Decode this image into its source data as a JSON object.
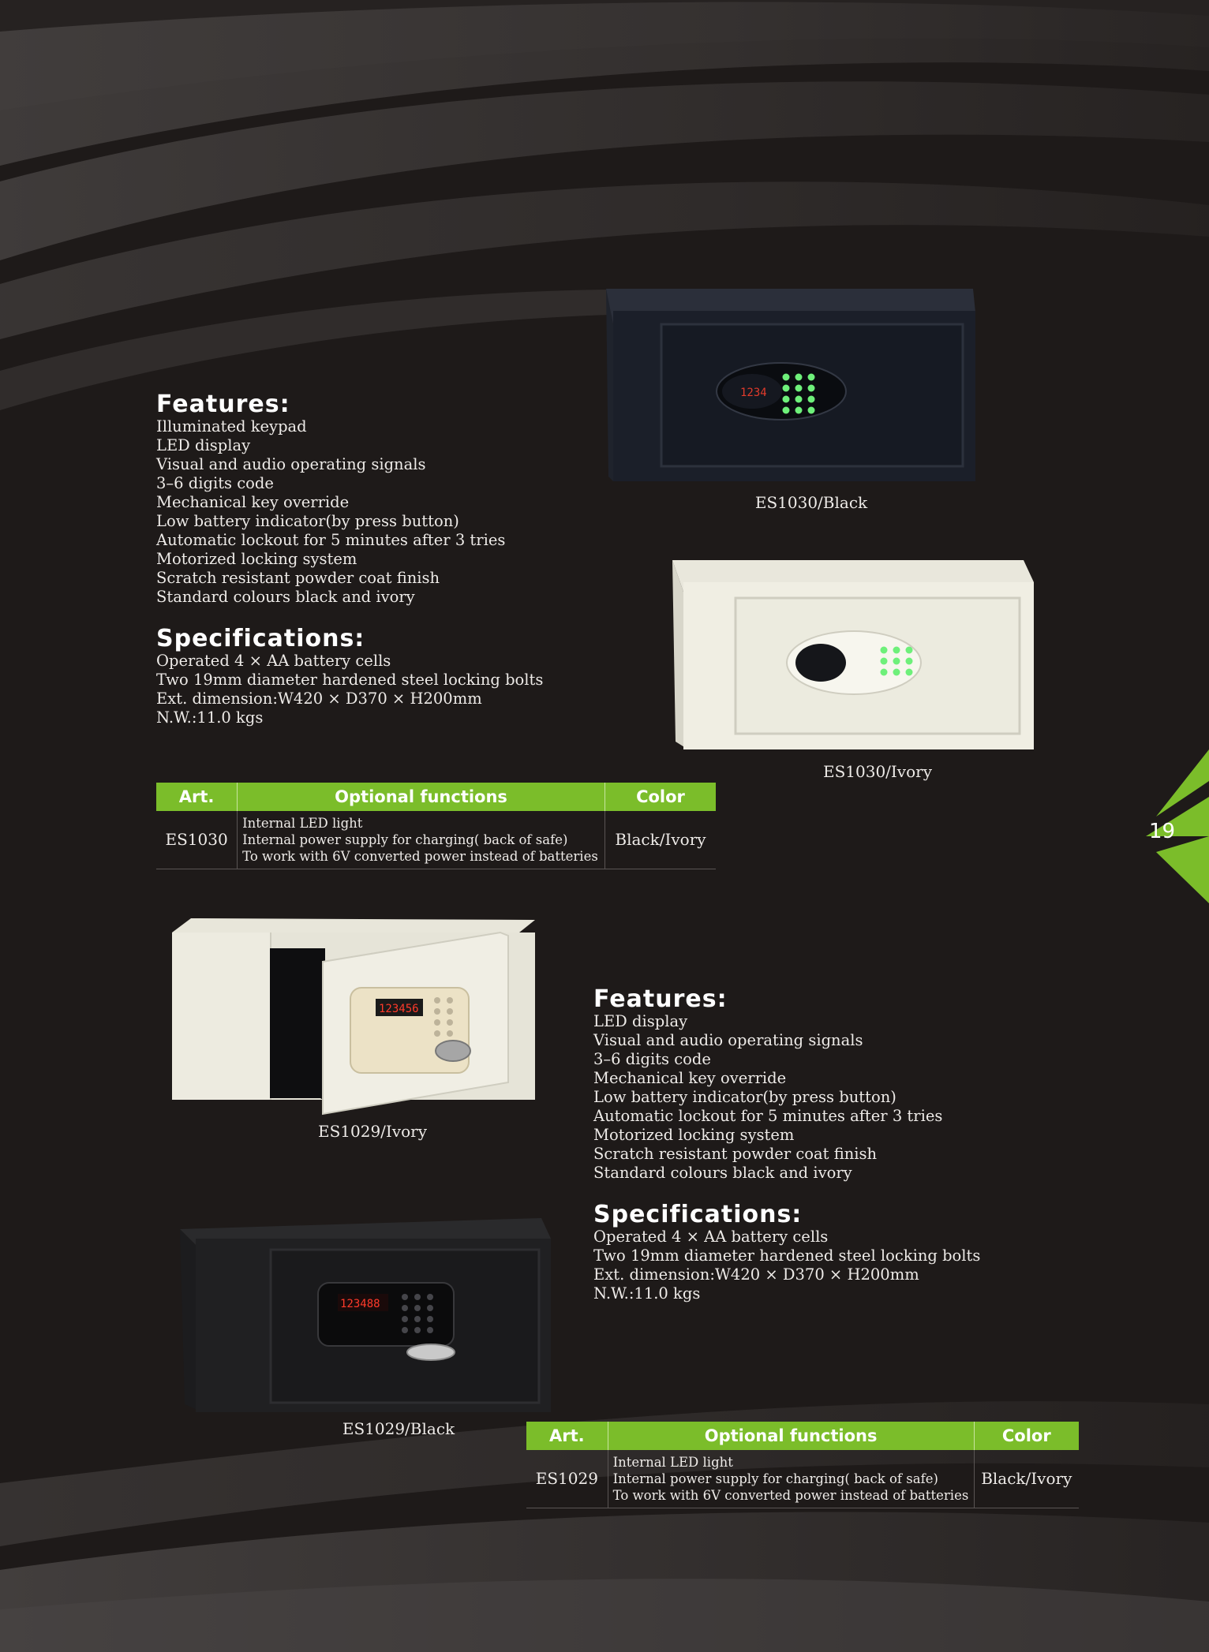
{
  "page_number": "19",
  "colors": {
    "background": "#1e1a19",
    "accent_green": "#7bbd2a",
    "text": "#eeebe8"
  },
  "section1": {
    "features_title": "Features:",
    "features": [
      "Illuminated keypad",
      "LED display",
      "Visual and audio operating signals",
      "3–6 digits code",
      "Mechanical key override",
      "Low battery indicator(by press button)",
      "Automatic lockout for 5 minutes after 3 tries",
      "Motorized locking system",
      "Scratch resistant powder coat finish",
      "Standard colours black and ivory"
    ],
    "specs_title": "Specifications:",
    "specs": [
      "Operated 4 × AA battery cells",
      "Two 19mm diameter hardened steel locking bolts",
      "Ext. dimension:W420 × D370 × H200mm",
      "N.W.:11.0 kgs"
    ],
    "captions": [
      "ES1030/Black",
      "ES1030/Ivory"
    ],
    "table": {
      "headers": [
        "Art.",
        "Optional functions",
        "Color"
      ],
      "art": "ES1030",
      "functions": [
        "Internal LED light",
        "Internal power supply for charging( back of safe)",
        "To work with 6V converted power instead of batteries"
      ],
      "color": "Black/Ivory"
    }
  },
  "section2": {
    "features_title": "Features:",
    "features": [
      "LED display",
      "Visual and audio operating signals",
      "3–6 digits code",
      "Mechanical key override",
      "Low battery indicator(by press button)",
      "Automatic lockout for 5 minutes after 3 tries",
      "Motorized locking system",
      "Scratch resistant powder coat finish",
      "Standard colours black and ivory"
    ],
    "specs_title": "Specifications:",
    "specs": [
      "Operated 4 × AA battery cells",
      "Two 19mm diameter hardened steel locking bolts",
      "Ext. dimension:W420 × D370 × H200mm",
      "N.W.:11.0 kgs"
    ],
    "captions": [
      "ES1029/Ivory",
      "ES1029/Black"
    ],
    "table": {
      "headers": [
        "Art.",
        "Optional functions",
        "Color"
      ],
      "art": "ES1029",
      "functions": [
        "Internal LED light",
        "Internal power supply for charging( back of safe)",
        "To work with 6V converted power instead of batteries"
      ],
      "color": "Black/Ivory"
    },
    "display_readouts": [
      "123456",
      "123488"
    ]
  },
  "keypad_readout": "1234"
}
